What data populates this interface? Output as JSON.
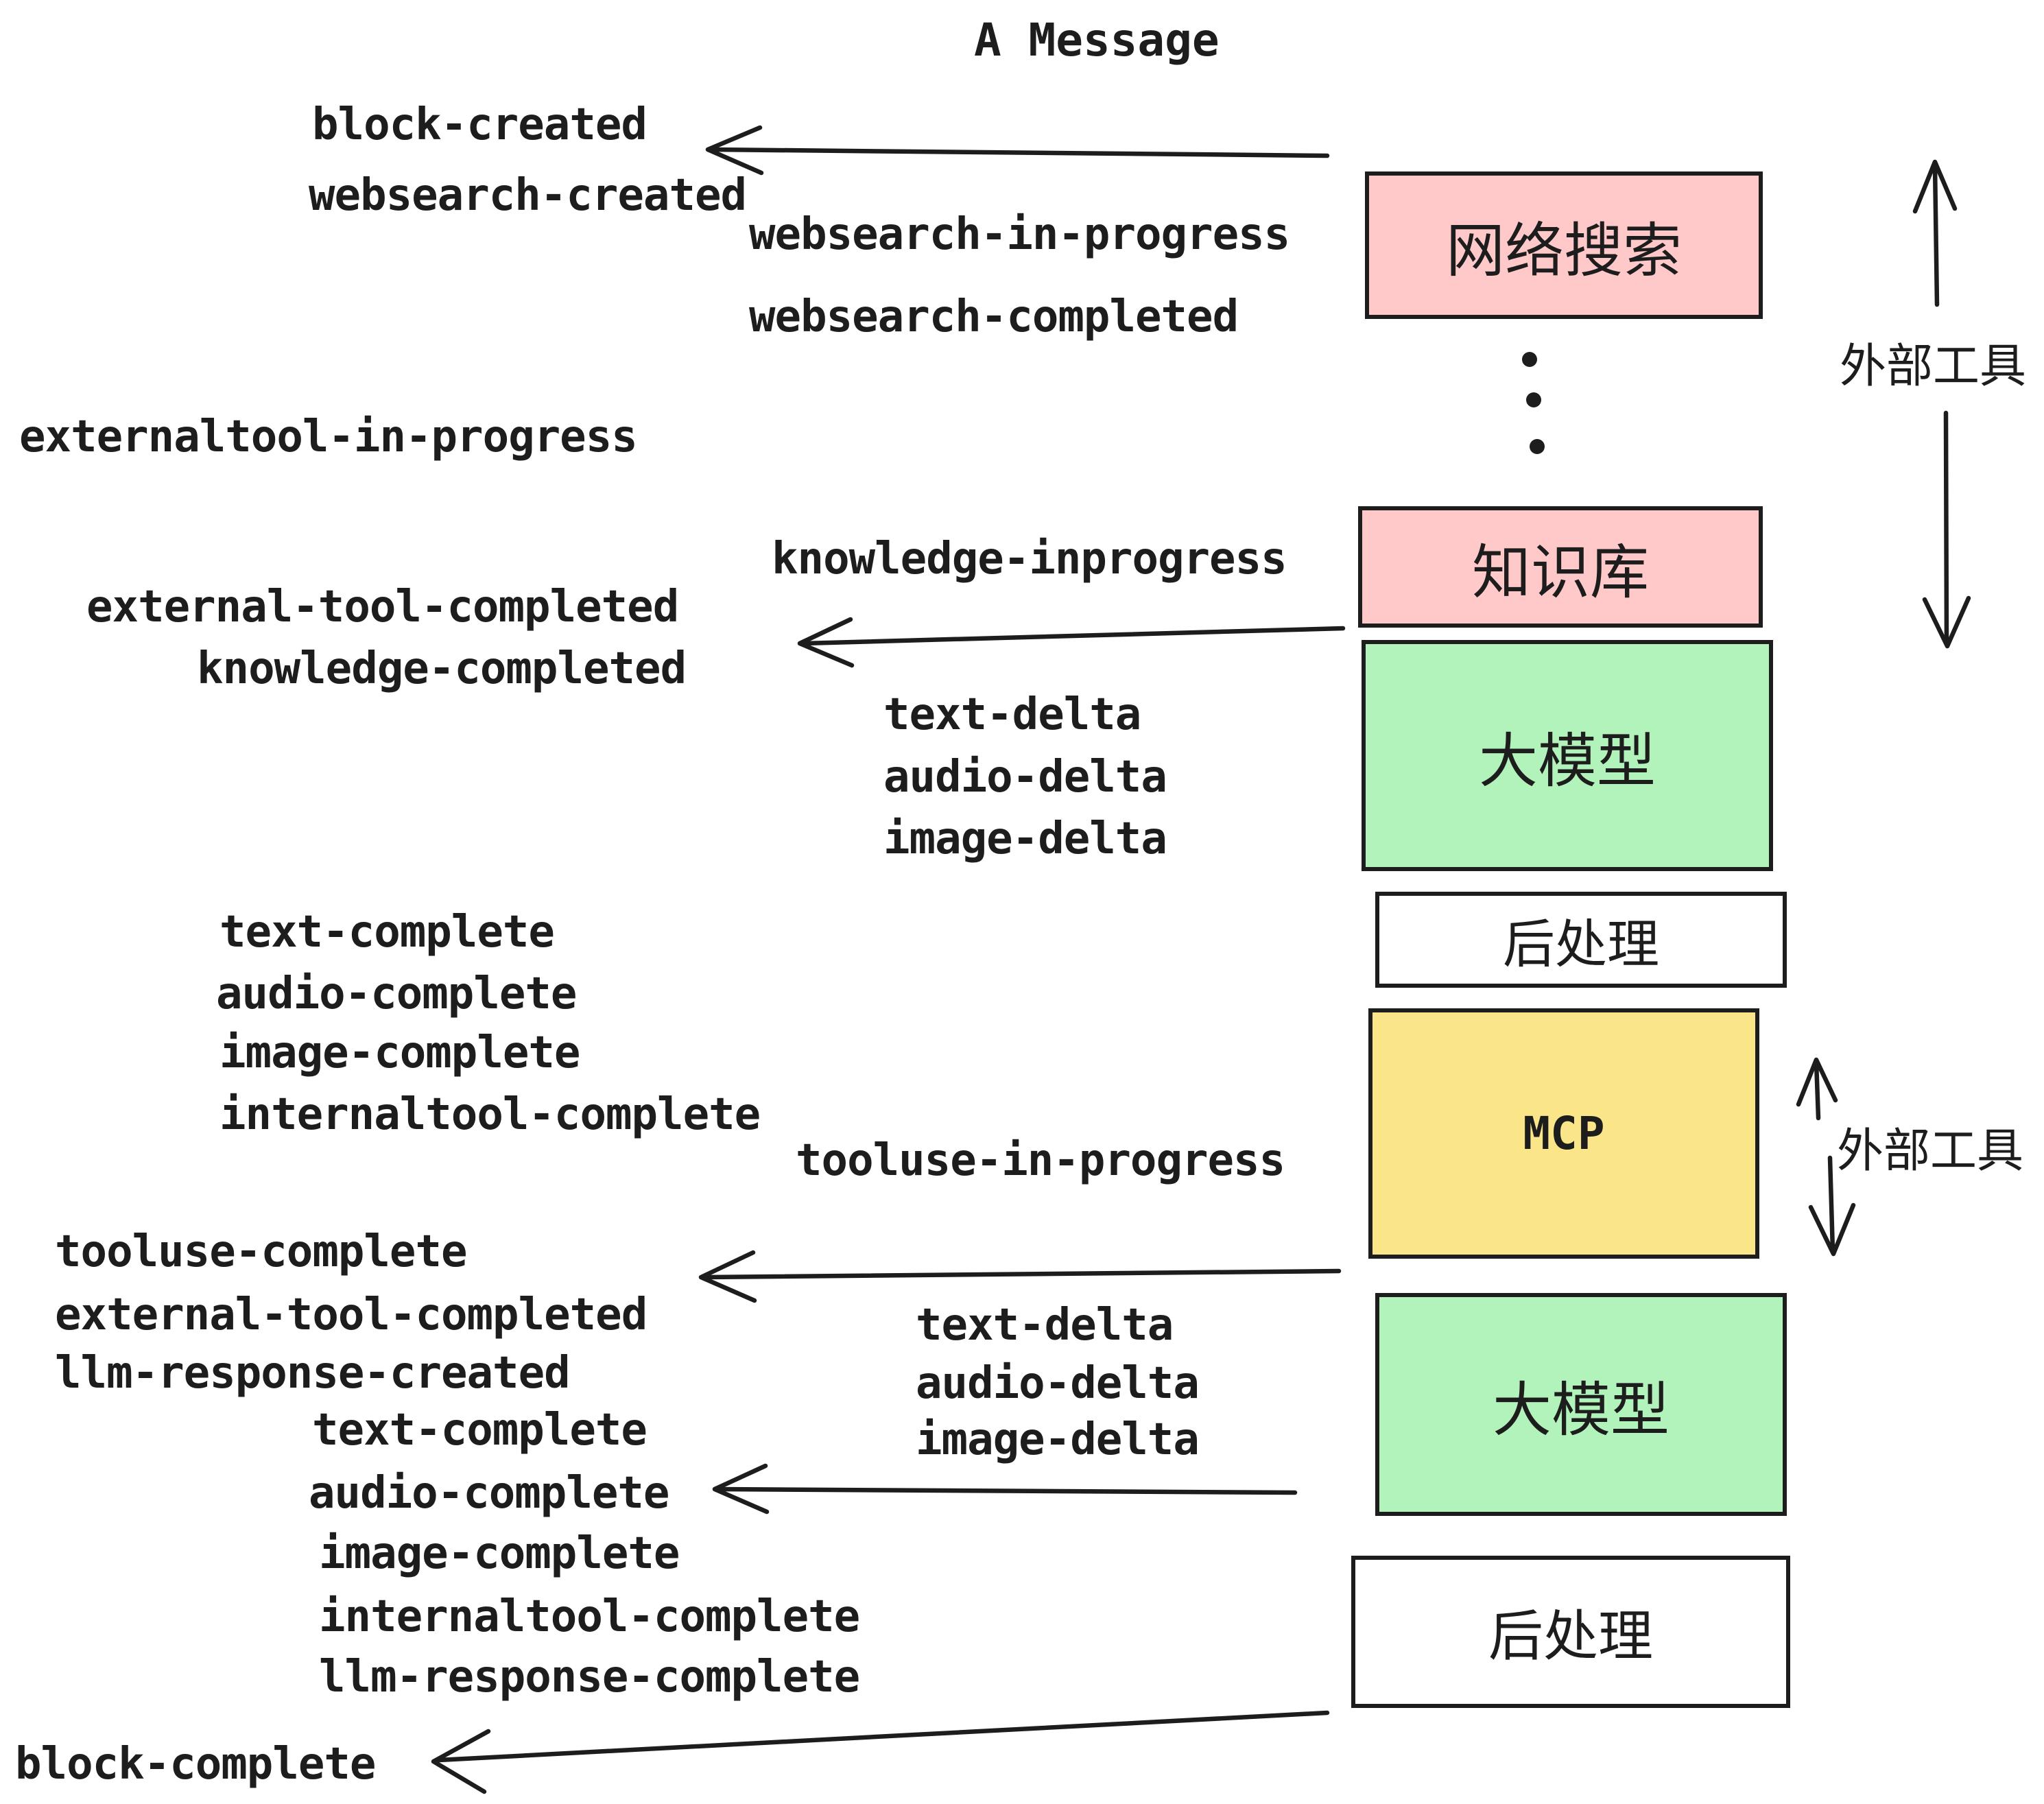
{
  "title": "A Message",
  "boxes": [
    {
      "id": "websearch",
      "label": "网络搜索",
      "color": "#ffc9c9"
    },
    {
      "id": "knowledge",
      "label": "知识库",
      "color": "#ffc9c9"
    },
    {
      "id": "llm-1",
      "label": "大模型",
      "color": "#b2f2bb"
    },
    {
      "id": "postprocess-1",
      "label": "后处理",
      "color": "#ffffff"
    },
    {
      "id": "mcp",
      "label": "MCP",
      "color": "#fae588"
    },
    {
      "id": "llm-2",
      "label": "大模型",
      "color": "#b2f2bb"
    },
    {
      "id": "postprocess-2",
      "label": "后处理",
      "color": "#ffffff"
    }
  ],
  "side_labels": [
    {
      "text": "外部工具"
    },
    {
      "text": "外部工具"
    }
  ],
  "events": {
    "block_created": "block-created",
    "websearch_created": "websearch-created",
    "websearch_in_progress": "websearch-in-progress",
    "websearch_completed": "websearch-completed",
    "externaltool_in_progress": "externaltool-in-progress",
    "knowledge_inprogress": "knowledge-inprogress",
    "external_tool_completed_1": "external-tool-completed",
    "knowledge_completed": "knowledge-completed",
    "text_delta_1": "text-delta",
    "audio_delta_1": "audio-delta",
    "image_delta_1": "image-delta",
    "text_complete_1": "text-complete",
    "audio_complete_1": "audio-complete",
    "image_complete_1": "image-complete",
    "internaltool_complete_1": "internaltool-complete",
    "tooluse_in_progress": "tooluse-in-progress",
    "tooluse_complete": "tooluse-complete",
    "external_tool_completed_2": "external-tool-completed",
    "llm_response_created": "llm-response-created",
    "text_complete_2": "text-complete",
    "audio_complete_2": "audio-complete",
    "image_complete_2": "image-complete",
    "internaltool_complete_2": "internaltool-complete",
    "llm_response_complete": "llm-response-complete",
    "block_complete": "block-complete",
    "text_delta_2": "text-delta",
    "audio_delta_2": "audio-delta",
    "image_delta_2": "image-delta"
  },
  "colors": {
    "ink": "#1d1d1d",
    "pink": "#ffc9c9",
    "green": "#b2f2bb",
    "yellow": "#fae588",
    "white": "#ffffff"
  }
}
